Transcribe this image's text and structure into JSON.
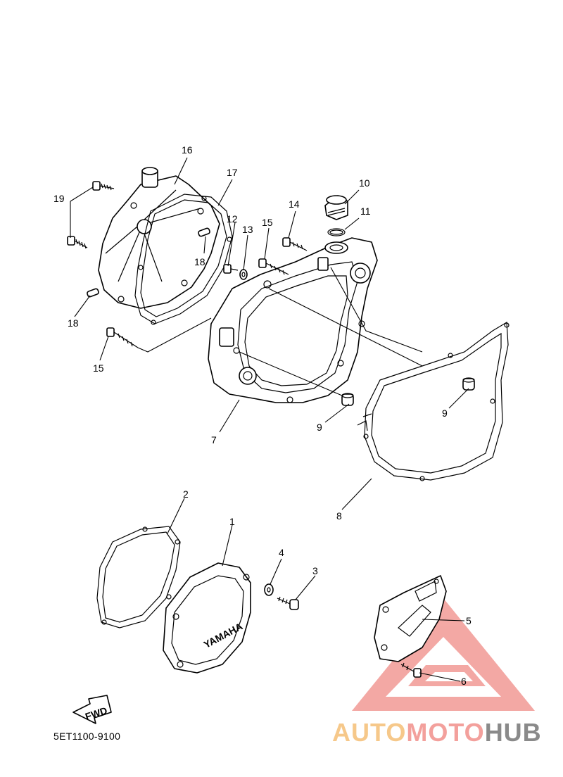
{
  "callouts": [
    {
      "id": "c1",
      "text": "1"
    },
    {
      "id": "c2",
      "text": "2"
    },
    {
      "id": "c3",
      "text": "3"
    },
    {
      "id": "c4",
      "text": "4"
    },
    {
      "id": "c5",
      "text": "5"
    },
    {
      "id": "c6",
      "text": "6"
    },
    {
      "id": "c7",
      "text": "7"
    },
    {
      "id": "c8",
      "text": "8"
    },
    {
      "id": "c9a",
      "text": "9"
    },
    {
      "id": "c9b",
      "text": "9"
    },
    {
      "id": "c10",
      "text": "10"
    },
    {
      "id": "c11",
      "text": "11"
    },
    {
      "id": "c12",
      "text": "12"
    },
    {
      "id": "c13",
      "text": "13"
    },
    {
      "id": "c14",
      "text": "14"
    },
    {
      "id": "c15a",
      "text": "15"
    },
    {
      "id": "c15b",
      "text": "15"
    },
    {
      "id": "c16",
      "text": "16"
    },
    {
      "id": "c17",
      "text": "17"
    },
    {
      "id": "c18a",
      "text": "18"
    },
    {
      "id": "c18b",
      "text": "18"
    },
    {
      "id": "c19",
      "text": "19"
    }
  ],
  "cover_logo_text": "YAMAHA",
  "fwd_label": "FWD",
  "diagram_code": "5ET1100-9100",
  "watermark": {
    "part1": "AUTO",
    "part2": "MOTO",
    "part3": "HUB",
    "colors": {
      "auto": "#f6c88a",
      "moto": "#f3a09c",
      "hub": "#8a8a8a",
      "triangle": "#f29a95"
    }
  }
}
